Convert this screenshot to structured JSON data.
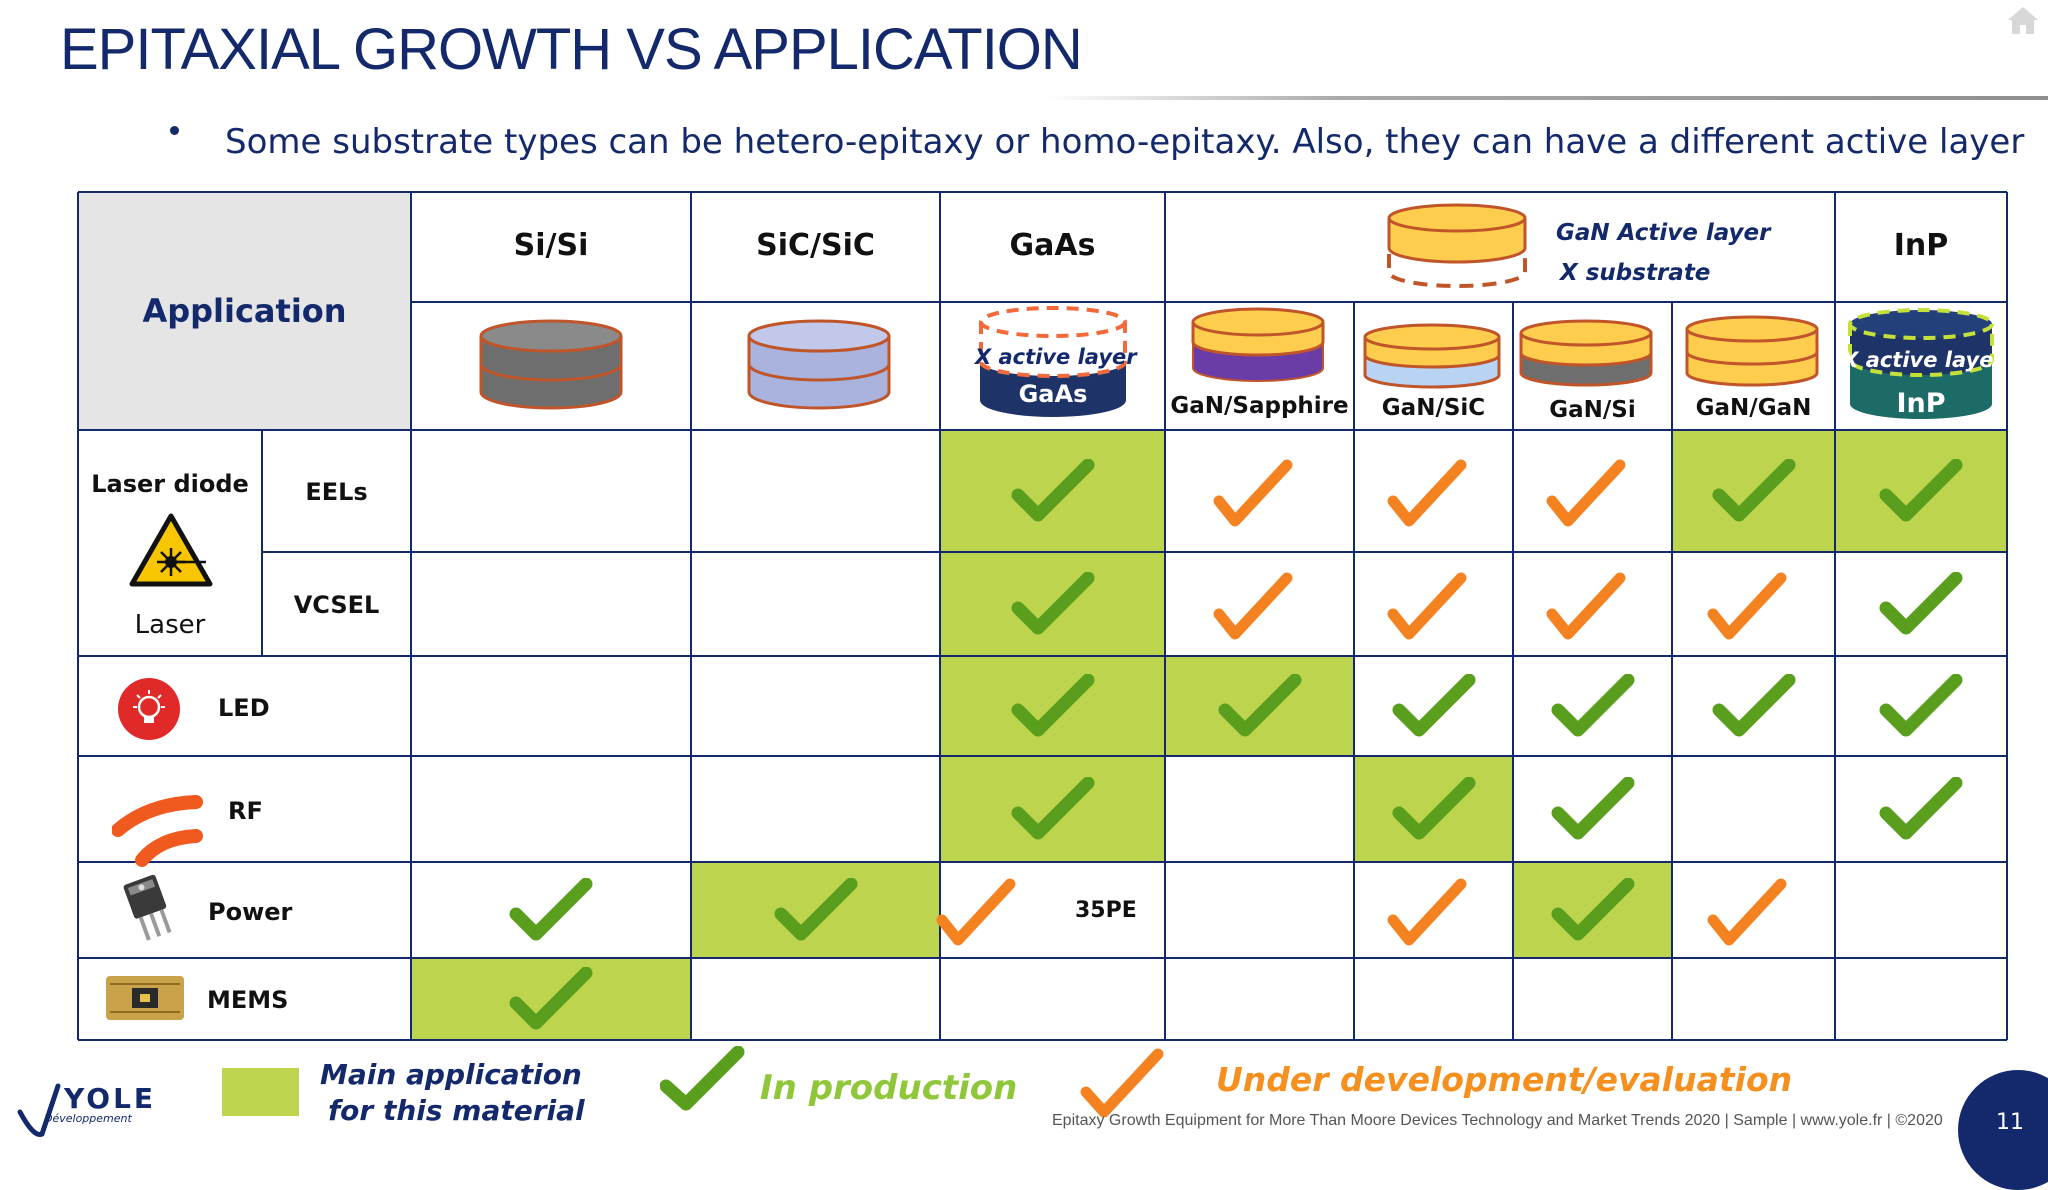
{
  "title": "EPITAXIAL GROWTH VS APPLICATION",
  "bullet": "Some substrate types can be hetero-epitaxy or homo-epitaxy.  Also, they can have a different active layer",
  "table": {
    "corner_label": "Application",
    "col_headers": [
      "Si/Si",
      "SiC/SiC",
      "GaAs",
      "InP"
    ],
    "gan_header": {
      "line1": "GaN Active layer",
      "line2": "X substrate"
    },
    "gan_subcols": [
      "GaN/Sapphire",
      "GaN/SiC",
      "GaN/Si",
      "GaN/GaN"
    ],
    "wafer_labels": {
      "gaas_top": "X active layer",
      "gaas_bottom": "GaAs",
      "inp_top": "X active layer",
      "inp_bottom": "InP"
    },
    "rows": [
      {
        "group": "Laser diode",
        "group_icon": "laser-warning-icon",
        "group_caption": "Laser",
        "label": "EELs",
        "cells": [
          "",
          "",
          "main-prod",
          "dev",
          "dev",
          "dev",
          "main-prod",
          "main-prod"
        ]
      },
      {
        "group": "",
        "label": "VCSEL",
        "cells": [
          "",
          "",
          "main-prod",
          "dev",
          "dev",
          "dev",
          "dev",
          "prod"
        ]
      },
      {
        "label": "LED",
        "icon": "led-icon",
        "cells": [
          "",
          "",
          "main-prod",
          "main-prod",
          "prod",
          "prod",
          "prod",
          "prod"
        ]
      },
      {
        "label": "RF",
        "icon": "rf-icon",
        "cells": [
          "",
          "",
          "main-prod",
          "",
          "main-prod",
          "prod",
          "",
          "prod"
        ]
      },
      {
        "label": "Power",
        "icon": "transistor-icon",
        "cells": [
          "prod",
          "main-prod",
          "dev-35pe",
          "",
          "dev",
          "main-prod",
          "dev",
          ""
        ]
      },
      {
        "label": "MEMS",
        "icon": "chip-icon",
        "cells": [
          "main-prod",
          "",
          "",
          "",
          "",
          "",
          "",
          ""
        ]
      }
    ],
    "power_gaas_note": "35PE"
  },
  "legend": {
    "main_label_1": "Main application",
    "main_label_2": "for this material",
    "prod_label": "In production",
    "dev_label": "Under development/evaluation"
  },
  "footer": {
    "logo_main": "YOLE",
    "logo_sub": "Développement",
    "text": "Epitaxy Growth Equipment for More Than Moore Devices Technology and Market Trends 2020 | Sample | www.yole.fr | ©2020",
    "page": "11"
  },
  "colors": {
    "main_fill": "#bcd44e",
    "green_check": "#5a9e1e",
    "orange_check": "#f58220",
    "navy": "#13296b"
  }
}
